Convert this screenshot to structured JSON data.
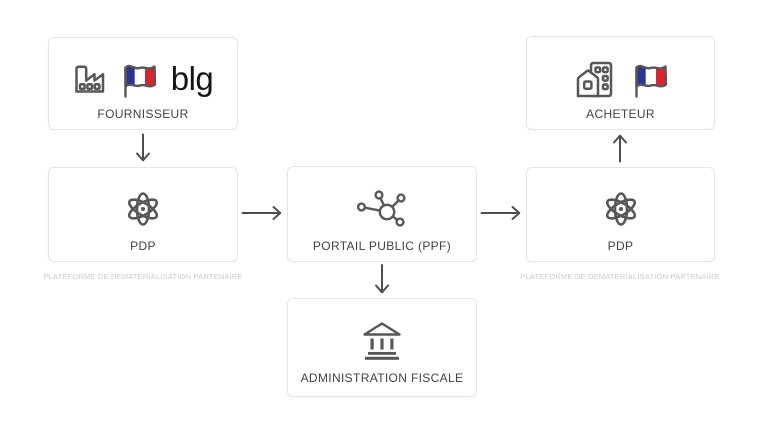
{
  "diagram": {
    "nodes": {
      "fournisseur": {
        "label": "FOURNISSEUR",
        "logo_text": "blg",
        "icons": [
          "factory-icon",
          "french-flag-icon"
        ]
      },
      "pdp_left": {
        "label": "PDP",
        "caption": "PLATEFORME DE DEMATÉRIALISATION PARTENAIRE",
        "icons": [
          "atom-icon"
        ]
      },
      "portail_public": {
        "label": "PORTAIL PUBLIC (PPF)",
        "icons": [
          "network-hub-icon"
        ]
      },
      "pdp_right": {
        "label": "PDP",
        "caption": "PLATEFORME DE DEMATÉRIALISATION PARTENAIRE",
        "icons": [
          "atom-icon"
        ]
      },
      "acheteur": {
        "label": "ACHETEUR",
        "icons": [
          "home-building-icon",
          "french-flag-icon"
        ]
      },
      "administration_fiscale": {
        "label": "ADMINISTRATION FISCALE",
        "icons": [
          "bank-icon"
        ]
      }
    },
    "connections": [
      {
        "from": "fournisseur",
        "to": "pdp_left",
        "direction": "down"
      },
      {
        "from": "pdp_left",
        "to": "portail_public",
        "direction": "right"
      },
      {
        "from": "portail_public",
        "to": "administration_fiscale",
        "direction": "down"
      },
      {
        "from": "portail_public",
        "to": "pdp_right",
        "direction": "right"
      },
      {
        "from": "pdp_right",
        "to": "acheteur",
        "direction": "up"
      }
    ]
  },
  "colors": {
    "page_bg": "#ffffff",
    "box_border": "#e6e6e8",
    "label_text": "#424242",
    "caption_text": "#cbcbcb",
    "icon_stroke": "#575757",
    "logo_text": "#141414",
    "arrow": "#4e4e4e",
    "flag_blue": "#2b3690",
    "flag_red": "#dc2430"
  }
}
